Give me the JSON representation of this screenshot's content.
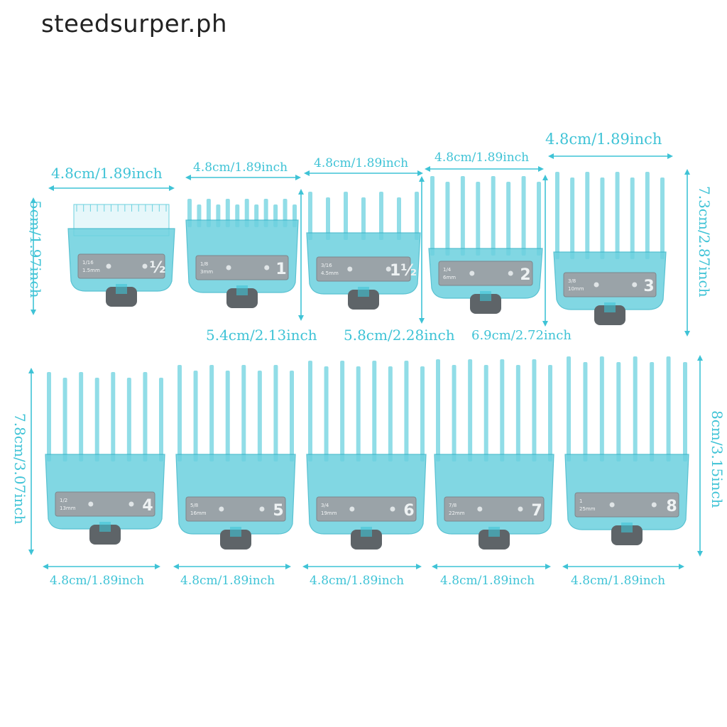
{
  "watermark": "steedsurper.ph",
  "accent_color": "#3fc3d6",
  "comb_color": "#6cd1df",
  "row1": {
    "widths": [
      "4.8cm/1.89inch",
      "4.8cm/1.89inch",
      "4.8cm/1.89inch",
      "4.8cm/1.89inch",
      "4.8cm/1.89inch"
    ],
    "heights": [
      "5cm/1.97inch",
      "5.4cm/2.13inch",
      "5.8cm/2.28inch",
      "6.9cm/2.72inch",
      "7.3cm/2.87inch"
    ],
    "guards": [
      {
        "number": "½",
        "size_top": "1/16",
        "size_bottom": "1.5mm"
      },
      {
        "number": "1",
        "size_top": "1/8",
        "size_bottom": "3mm"
      },
      {
        "number": "1½",
        "size_top": "3/16",
        "size_bottom": "4.5mm"
      },
      {
        "number": "2",
        "size_top": "1/4",
        "size_bottom": "6mm"
      },
      {
        "number": "3",
        "size_top": "3/8",
        "size_bottom": "10mm"
      }
    ]
  },
  "row2": {
    "widths": [
      "4.8cm/1.89inch",
      "4.8cm/1.89inch",
      "4.8cm/1.89inch",
      "4.8cm/1.89inch",
      "4.8cm/1.89inch"
    ],
    "left_height": "7.8cm/3.07inch",
    "right_height": "8cm/3.15inch",
    "guards": [
      {
        "number": "4",
        "size_top": "1/2",
        "size_bottom": "13mm"
      },
      {
        "number": "5",
        "size_top": "5/8",
        "size_bottom": "16mm"
      },
      {
        "number": "6",
        "size_top": "3/4",
        "size_bottom": "19mm"
      },
      {
        "number": "7",
        "size_top": "7/8",
        "size_bottom": "22mm"
      },
      {
        "number": "8",
        "size_top": "1",
        "size_bottom": "25mm"
      }
    ]
  }
}
